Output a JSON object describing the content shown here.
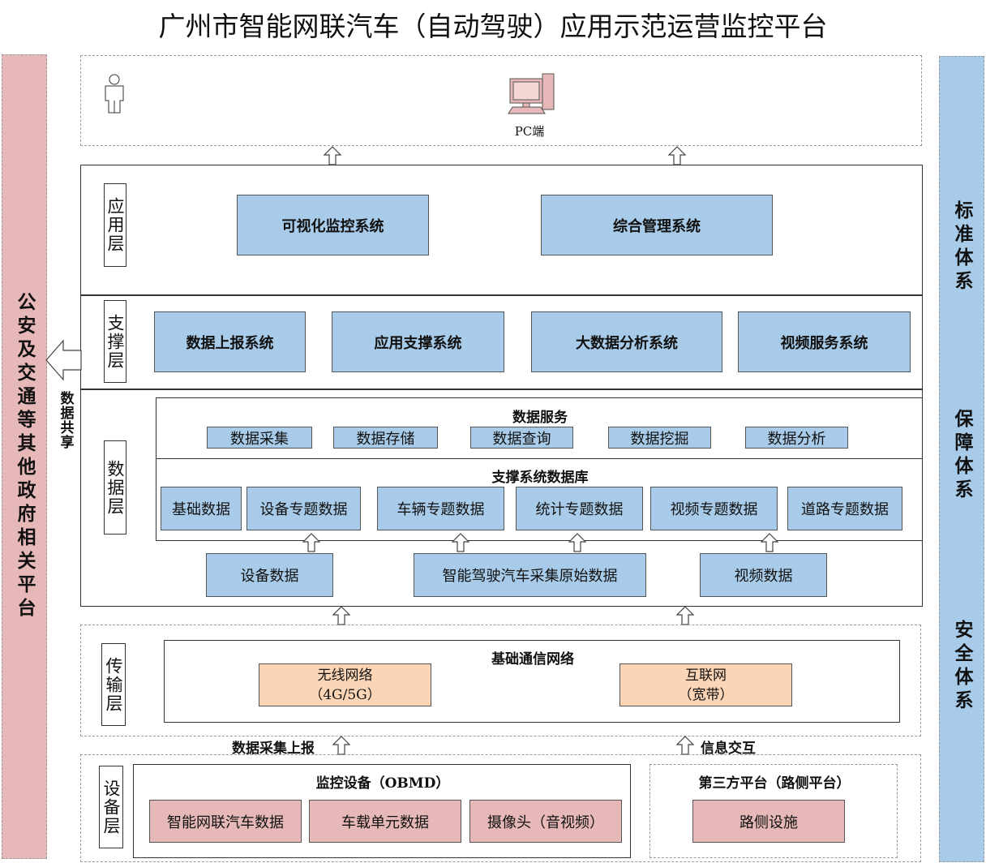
{
  "title": "广州市智能网联汽车（自动驾驶）应用示范运营监控平台",
  "left_platform": "公安及交通等其他政府相关平台",
  "right_systems": [
    "标准体系",
    "保障体系",
    "安全体系"
  ],
  "client": {
    "pc_label": "PC端"
  },
  "data_share_label": "数据共享",
  "layers": {
    "application": {
      "label": "应用层",
      "items": [
        "可视化监控系统",
        "综合管理系统"
      ]
    },
    "support": {
      "label": "支撑层",
      "items": [
        "数据上报系统",
        "应用支撑系统",
        "大数据分析系统",
        "视频服务系统"
      ]
    },
    "data": {
      "label": "数据层",
      "service_title": "数据服务",
      "services": [
        "数据采集",
        "数据存储",
        "数据查询",
        "数据挖掘",
        "数据分析"
      ],
      "db_title": "支撑系统数据库",
      "db_items": [
        "基础数据",
        "设备专题数据",
        "车辆专题数据",
        "统计专题数据",
        "视频专题数据",
        "道路专题数据"
      ],
      "raw": [
        "设备数据",
        "智能驾驶汽车采集原始数据",
        "视频数据"
      ]
    },
    "transport": {
      "label": "传输层",
      "title": "基础通信网络",
      "wireless": [
        "无线网络",
        "（4G/5G）"
      ],
      "internet": [
        "互联网",
        "（宽带）"
      ]
    },
    "device": {
      "label": "设备层",
      "monitor_title": "监控设备（OBMD）",
      "monitor_items": [
        "智能网联汽车数据",
        "车载单元数据",
        "摄像头（音视频）"
      ],
      "third_title": "第三方平台（路侧平台）",
      "third_items": [
        "路侧设施"
      ]
    }
  },
  "flows": {
    "collect": "数据采集上报",
    "interact": "信息交互"
  }
}
